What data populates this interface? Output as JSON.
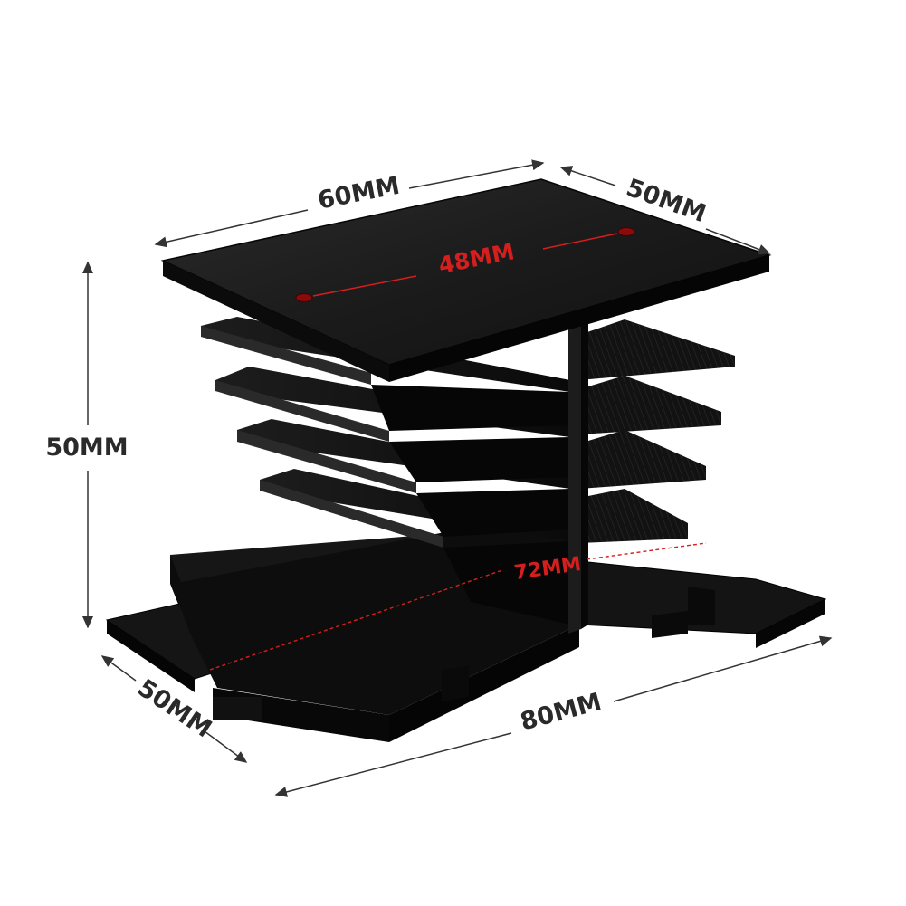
{
  "dimensions": {
    "top_width": "60MM",
    "top_depth": "50MM",
    "hole_spacing": "48MM",
    "height": "50MM",
    "base_depth": "50MM",
    "base_width": "80MM",
    "base_hole_spacing": "72MM"
  },
  "colors": {
    "heatsink": "#0e0e0e",
    "dimension_line": "#333333",
    "accent_red": "#d51e1e"
  }
}
